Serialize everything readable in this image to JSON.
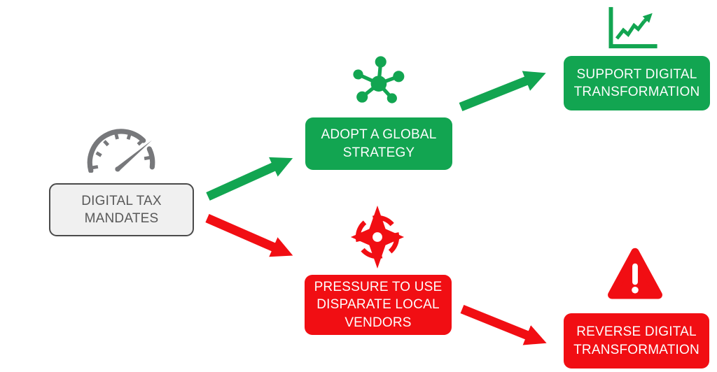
{
  "diagram": {
    "nodes": {
      "source": {
        "id": "digital-tax-mandates",
        "label": "DIGITAL TAX MANDATES",
        "icon": "speedometer-icon",
        "style": "neutral"
      },
      "adopt": {
        "id": "adopt-a-global-strategy",
        "label": "ADOPT A GLOBAL STRATEGY",
        "icon": "network-hub-icon",
        "style": "positive"
      },
      "support": {
        "id": "support-digital-transformation",
        "label": "SUPPORT DIGITAL TRANSFORMATION",
        "icon": "growth-chart-icon",
        "style": "positive"
      },
      "pressure": {
        "id": "pressure-to-use-disparate-local-vendors",
        "label": "PRESSURE TO USE DISPARATE LOCAL VENDORS",
        "icon": "compass-icon",
        "style": "negative"
      },
      "reverse": {
        "id": "reverse-digital-transformation",
        "label": "REVERSE DIGITAL TRANSFORMATION",
        "icon": "warning-triangle-icon",
        "style": "negative"
      }
    },
    "edges": [
      {
        "from": "digital-tax-mandates",
        "to": "adopt-a-global-strategy",
        "color": "green"
      },
      {
        "from": "digital-tax-mandates",
        "to": "pressure-to-use-disparate-local-vendors",
        "color": "red"
      },
      {
        "from": "adopt-a-global-strategy",
        "to": "support-digital-transformation",
        "color": "green"
      },
      {
        "from": "pressure-to-use-disparate-local-vendors",
        "to": "reverse-digital-transformation",
        "color": "red"
      }
    ],
    "colors": {
      "positive_green": "#12A551",
      "negative_red": "#F10E13",
      "neutral_fill": "#F0F0F0",
      "neutral_border": "#4A4A4A",
      "neutral_text": "#595959",
      "icon_gray": "#77787B",
      "box_text": "#FDFDFD",
      "background": "#FFFFFF"
    }
  }
}
